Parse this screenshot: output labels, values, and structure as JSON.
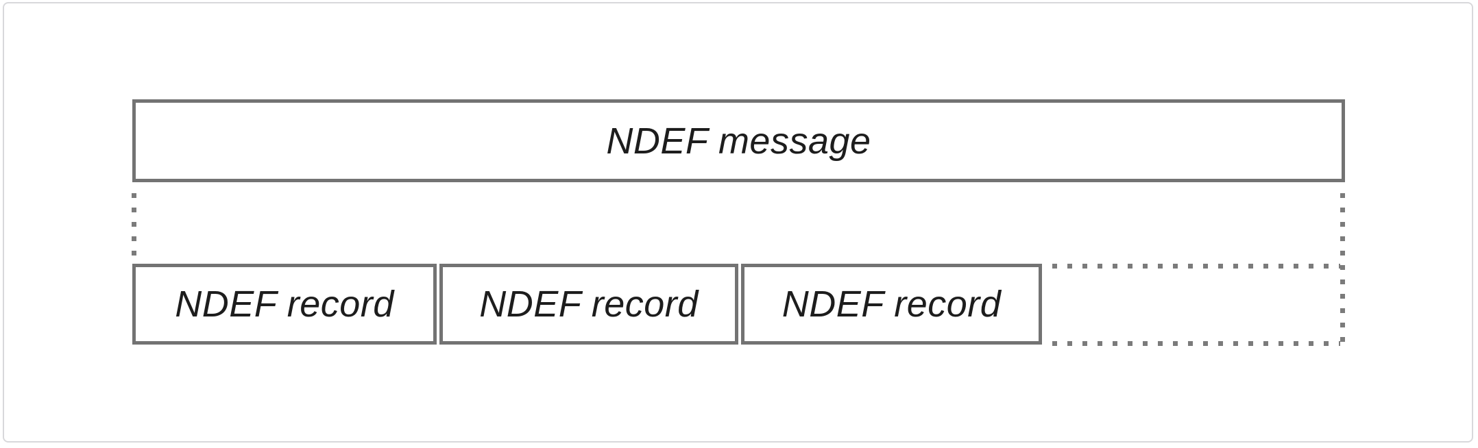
{
  "diagram": {
    "message_box": {
      "label": "NDEF message"
    },
    "record_boxes": [
      {
        "label": "NDEF record"
      },
      {
        "label": "NDEF record"
      },
      {
        "label": "NDEF record"
      }
    ]
  },
  "colors": {
    "box_border": "#737373",
    "dot": "#7b7b7b",
    "text": "#1d1d1d",
    "frame_border": "#d8d8db",
    "background": "#ffffff"
  }
}
